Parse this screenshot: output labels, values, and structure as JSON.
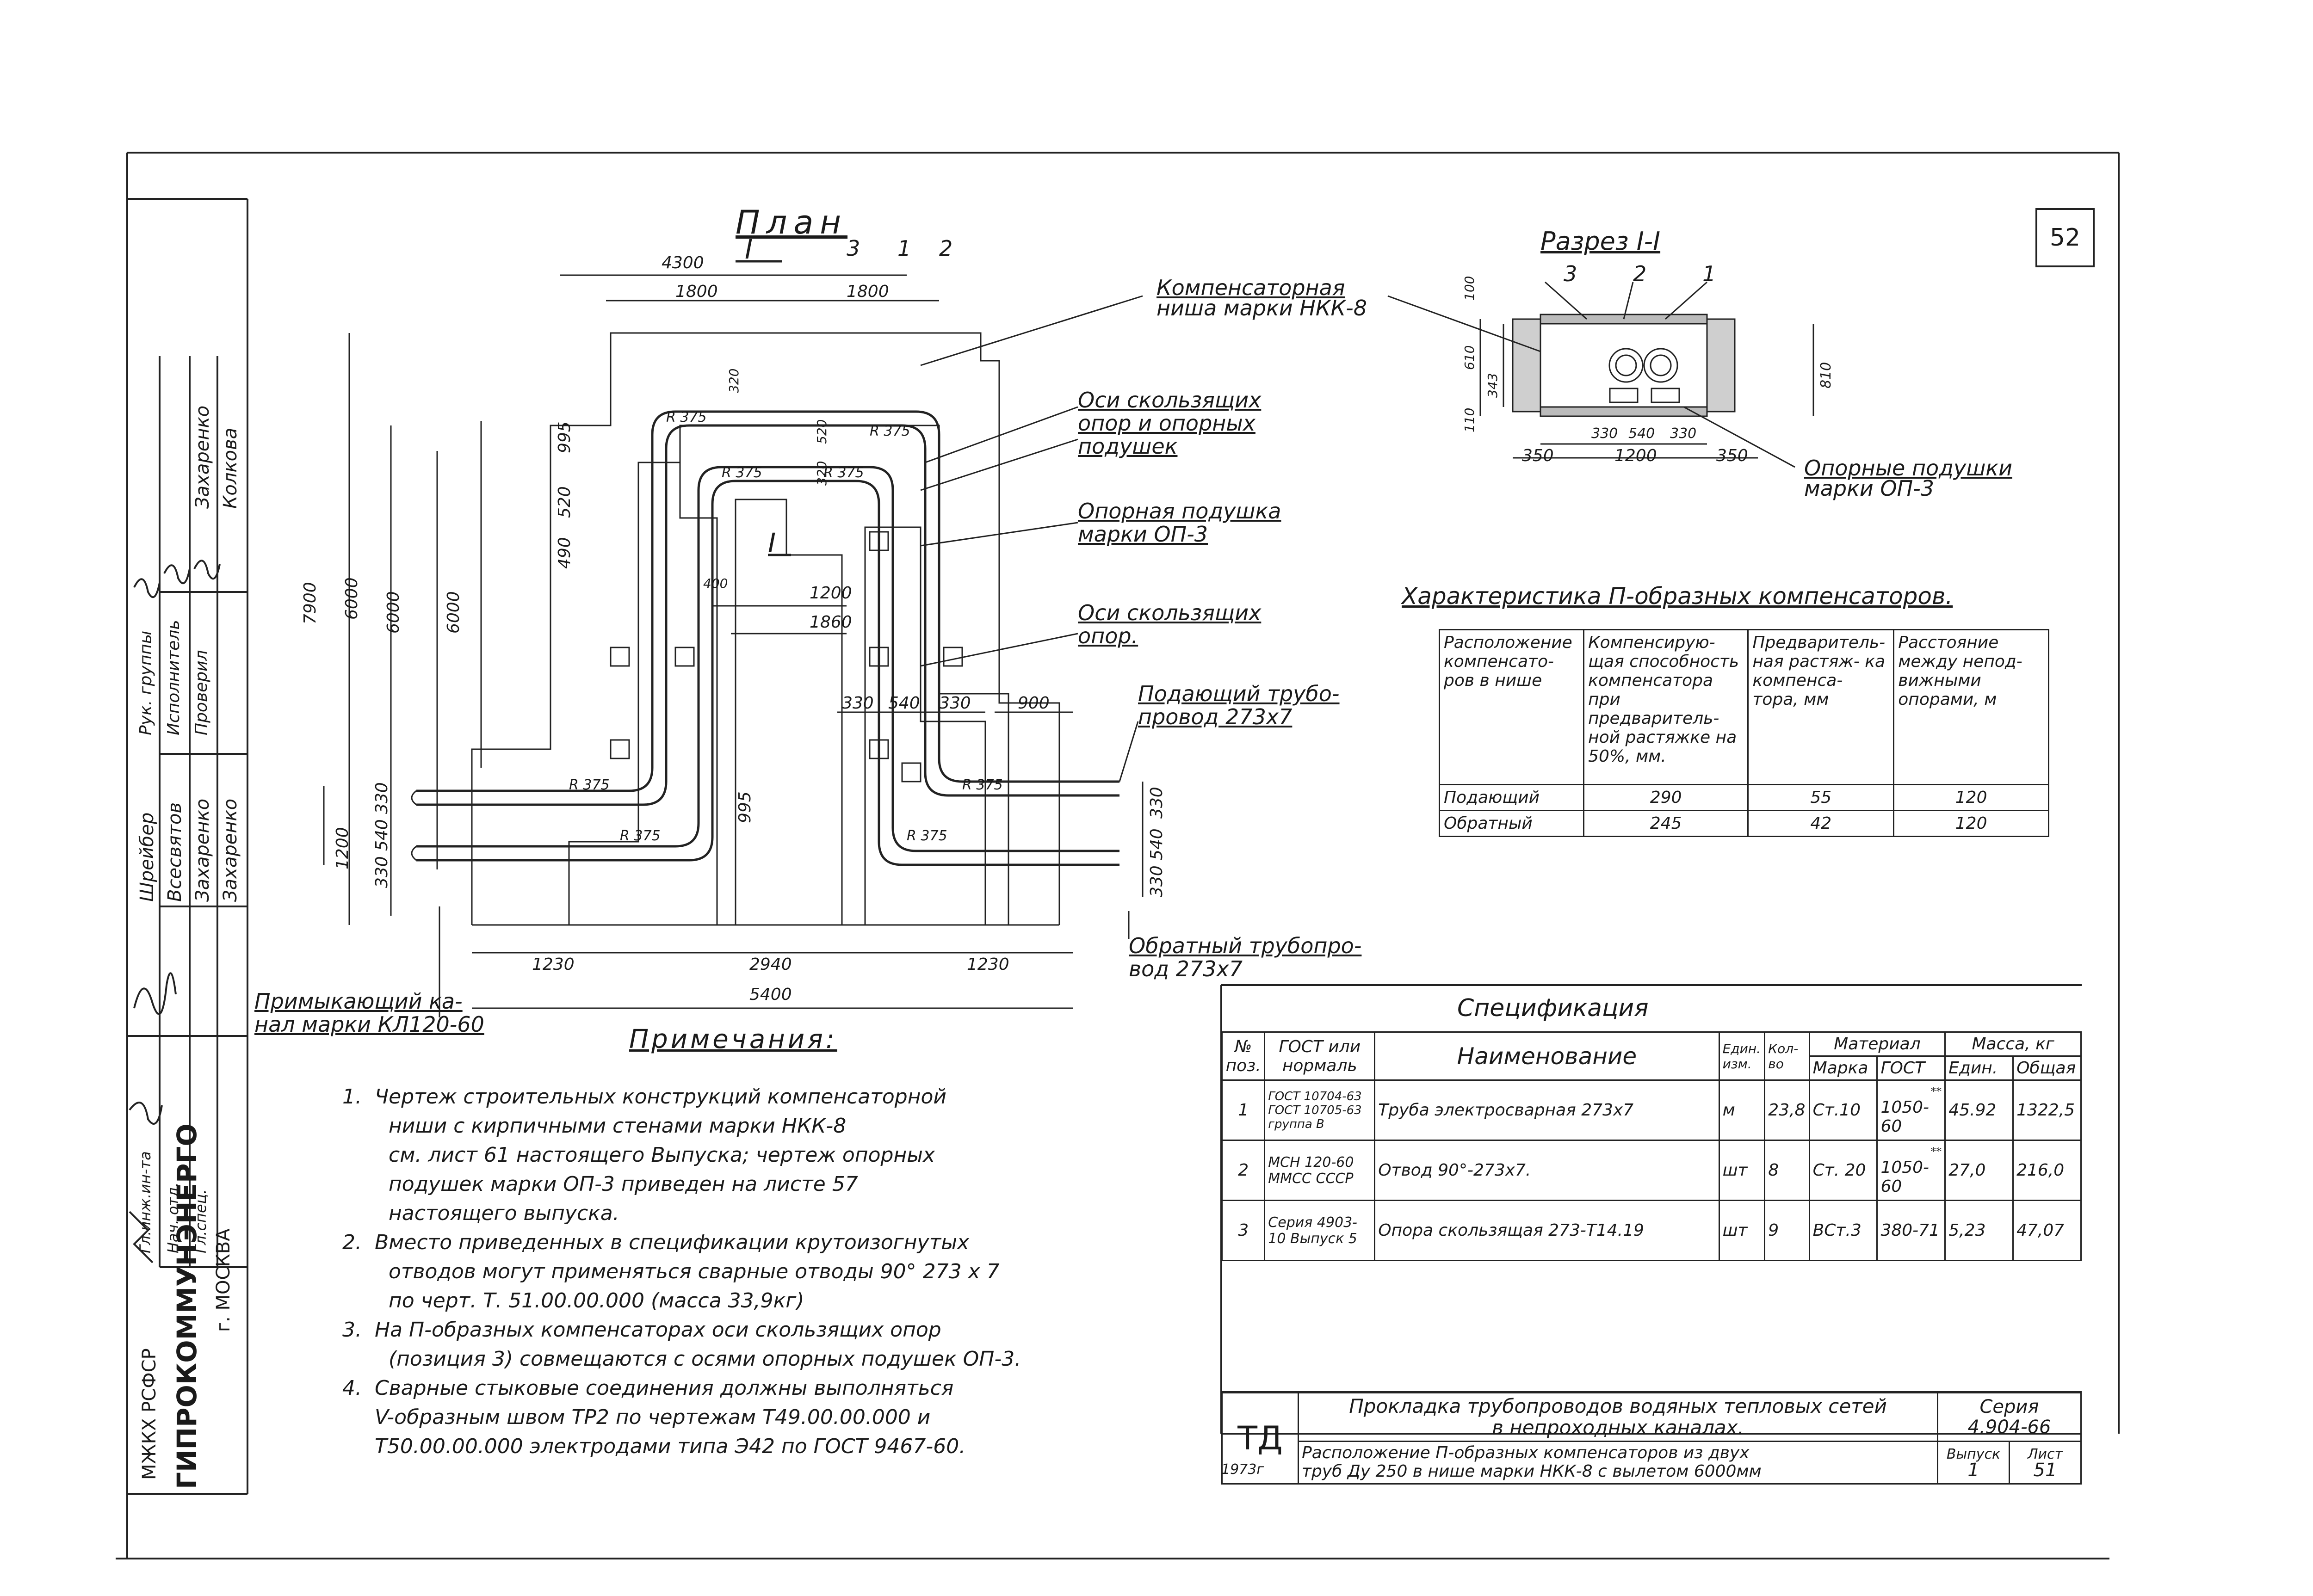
{
  "sheet_number": "52",
  "plan": {
    "title": "План",
    "section_mark": "I",
    "callouts": [
      "3",
      "1",
      "2"
    ],
    "dims": {
      "d4300": "4300",
      "d1800a": "1800",
      "d1800b": "1800",
      "d7900": "7900",
      "d6000a": "6000",
      "d6000b": "6000",
      "d6000c": "6000",
      "d995a": "995",
      "d995b": "995",
      "d520": "520",
      "d490": "490",
      "d1200": "1200",
      "d1860": "1860",
      "d900": "900",
      "d330a": "330",
      "d540a": "540",
      "d330b": "330",
      "d330l": "330",
      "d540l": "540",
      "d330l2": "330",
      "d1200l": "1200",
      "d1230a": "1230",
      "d2940": "2940",
      "d1230b": "1230",
      "d5400": "5400",
      "d330r": "330",
      "d540r": "540",
      "d330r2": "330",
      "r375_1": "R 375",
      "r375_2": "R 375",
      "r375_3": "R 375",
      "r375_4": "R 375",
      "r375_5": "R 375",
      "r375_6": "R 375",
      "r375_7": "R 375",
      "r375_8": "R 375",
      "d320a": "320",
      "d520b": "520",
      "d400": "400",
      "d320b": "320"
    },
    "leaders": {
      "niche": [
        "Компенсаторная",
        "ниша марки НКК-8"
      ],
      "sliding_axes": [
        "Оси скользящих",
        "опор и опорных",
        "подушек"
      ],
      "pad": [
        "Опорная подушка",
        "марки ОП-3"
      ],
      "sliding_axes2": [
        "Оси скользящих",
        "опор."
      ],
      "supply": [
        "Подающий трубо-",
        "провод 273х7"
      ],
      "return": [
        "Обратный трубопро-",
        "вод 273х7"
      ],
      "channel": [
        "Примыкающий ка-",
        "нал марки КЛ120-60"
      ]
    }
  },
  "section": {
    "title": "Разрез I-I",
    "callouts": [
      "3",
      "2",
      "1"
    ],
    "dims": {
      "h100": "100",
      "h610": "610",
      "h343": "343",
      "h110": "110",
      "h810": "810",
      "w330a": "330",
      "w540": "540",
      "w330b": "330",
      "w350a": "350",
      "w1200": "1200",
      "w350b": "350"
    },
    "pads": [
      "Опорные подушки",
      "марки ОП-3"
    ]
  },
  "characteristics": {
    "title": "Характеристика П-образных компенсаторов.",
    "headers": [
      "Расположение компенсато- ров в нише",
      "Компенсирую- щая способность компенсатора при предваритель- ной растяжке на 50%, мм.",
      "Предваритель- ная растяж- ка компенса- тора, мм",
      "Расстояние между непод- вижными опорами, м"
    ],
    "rows": [
      [
        "Подающий",
        "290",
        "55",
        "120"
      ],
      [
        "Обратный",
        "245",
        "42",
        "120"
      ]
    ]
  },
  "spec": {
    "title": "Спецификация",
    "headers": {
      "no": "№ поз.",
      "gost": "ГОСТ или нормаль",
      "name": "Наименование",
      "unit": "Един. изм.",
      "qty": "Кол- во",
      "material": "Материал",
      "mark": "Марка",
      "gost2": "ГОСТ",
      "mass": "Масса, кг",
      "unit_mass": "Един.",
      "total": "Общая"
    },
    "rows": [
      {
        "no": "1",
        "gost": "ГОСТ 10704-63 ГОСТ 10705-63 группа В",
        "name": "Труба электросварная 273х7",
        "unit": "м",
        "qty": "23,8",
        "mark": "Ст.10",
        "gost2": "1050-60",
        "star": "**",
        "unit_mass": "45.92",
        "total": "1322,5"
      },
      {
        "no": "2",
        "gost": "МСН 120-60 ММСС СССР",
        "name": "Отвод 90°-273х7.",
        "unit": "шт",
        "qty": "8",
        "mark": "Ст. 20",
        "gost2": "1050-60",
        "star": "**",
        "unit_mass": "27,0",
        "total": "216,0"
      },
      {
        "no": "3",
        "gost": "Серия 4903-10 Выпуск 5",
        "name": "Опора скользящая 273-Т14.19",
        "unit": "шт",
        "qty": "9",
        "mark": "ВСт.3",
        "gost2": "380-71",
        "star": "",
        "unit_mass": "5,23",
        "total": "47,07"
      }
    ]
  },
  "notes": {
    "title": "Примечания:",
    "items": [
      {
        "n": "1.",
        "lines": [
          "Чертеж строительных конструкций компенсаторной",
          "ниши с кирпичными стенами марки НКК-8",
          "см. лист 61 настоящего Выпуска; чертеж опорных",
          "подушек марки ОП-3 приведен на листе 57",
          "настоящего выпуска."
        ]
      },
      {
        "n": "2.",
        "lines": [
          "Вместо приведенных в спецификации крутоизогнутых",
          "отводов могут применяться сварные отводы 90° 273 х 7",
          "по черт. Т. 51.00.00.000 (масса 33,9кг)"
        ]
      },
      {
        "n": "3.",
        "lines": [
          "На П-образных компенсаторах оси скользящих опор",
          "(позиция 3) совмещаются с осями опорных подушек ОП-3."
        ]
      },
      {
        "n": "4.",
        "lines": [
          "Сварные стыковые соединения должны выполняться",
          "V-образным швом ТР2 по чертежам Т49.00.00.000 и",
          "Т50.00.00.000 электродами типа Э42 по ГОСТ 9467-60."
        ]
      }
    ]
  },
  "titleblock": {
    "td": "ТД",
    "title1": "Прокладка трубопроводов водяных тепловых сетей",
    "title2": "в непроходных каналах.",
    "series_label": "Серия",
    "series": "4.904-66",
    "desc1": "Расположение П-образных компенсаторов из двух",
    "desc2": "труб Ду 250 в нише марки НКК-8 с вылетом 6000мм",
    "issue_label": "Выпуск",
    "issue": "1",
    "sheet_label": "Лист",
    "sheet": "51",
    "year": "1973г"
  },
  "stamp": {
    "org1": "МЖКХ РСФСР",
    "org2": "ГИПРОКОММУНЭНЕРГО",
    "city": "г. МОСКВА",
    "roles": [
      "Гл.инж.ин-та",
      "Нач. отд.",
      "Гл.спец.",
      "Рук. группы",
      "Исполнитель",
      "Проверил"
    ],
    "names": [
      "Шрейбер",
      "Всесвятов",
      "Захаренко",
      "Захаренко",
      "Колкова",
      "Захаренко"
    ]
  }
}
